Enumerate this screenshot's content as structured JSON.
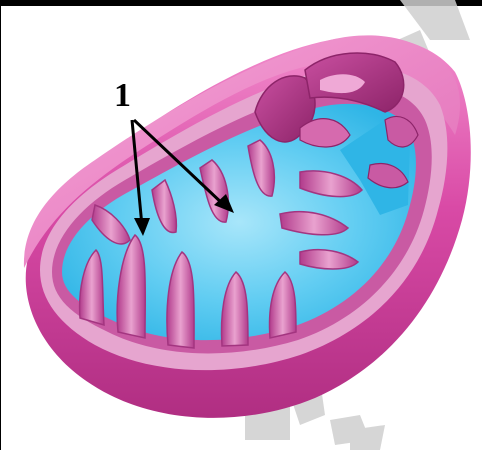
{
  "diagram": {
    "labels": [
      {
        "id": "label-1",
        "text": "1"
      }
    ]
  },
  "colors": {
    "outer_membrane": "#d94aa6",
    "outer_membrane_dark": "#a8287a",
    "outer_membrane_light": "#ef7cc6",
    "intermembrane_space": "#e9b5d5",
    "inner_membrane": "#c4569f",
    "matrix": "#35c0ee",
    "matrix_light": "#8fdcf7",
    "watermark": "#c9c9c9",
    "frame": "#000000",
    "arrow": "#000000"
  },
  "icons": [
    "mitochondrion-illustration",
    "arrow-icon"
  ]
}
